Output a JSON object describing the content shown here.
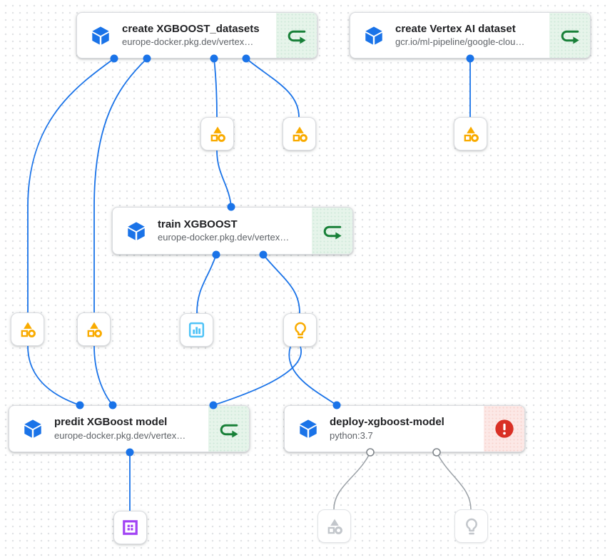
{
  "app": {
    "view": "pipeline-dag-canvas"
  },
  "exec_nodes": [
    {
      "id": "create-xgboost-datasets",
      "title": "create XGBOOST_datasets",
      "subtitle": "europe-docker.pkg.dev/vertex…",
      "status": "cached"
    },
    {
      "id": "create-vertex-ai-dataset",
      "title": "create Vertex AI dataset",
      "subtitle": "gcr.io/ml-pipeline/google-clou…",
      "status": "cached"
    },
    {
      "id": "train-xgboost",
      "title": "train XGBOOST",
      "subtitle": "europe-docker.pkg.dev/vertex…",
      "status": "cached"
    },
    {
      "id": "predit-xgboost-model",
      "title": "predit XGBoost model",
      "subtitle": "europe-docker.pkg.dev/vertex…",
      "status": "cached"
    },
    {
      "id": "deploy-xgboost-model",
      "title": "deploy-xgboost-model",
      "subtitle": "python:3.7",
      "status": "failed"
    }
  ],
  "artifact_nodes": [
    {
      "id": "dataset-out-a",
      "kind": "dataset",
      "icon": "dataset-shapes-icon",
      "state": "done"
    },
    {
      "id": "dataset-out-b",
      "kind": "dataset",
      "icon": "dataset-shapes-icon",
      "state": "done"
    },
    {
      "id": "vertex-dataset-out",
      "kind": "dataset",
      "icon": "dataset-shapes-icon",
      "state": "done"
    },
    {
      "id": "dataset-left-1",
      "kind": "dataset",
      "icon": "dataset-shapes-icon",
      "state": "done"
    },
    {
      "id": "dataset-left-2",
      "kind": "dataset",
      "icon": "dataset-shapes-icon",
      "state": "done"
    },
    {
      "id": "metrics-out",
      "kind": "metrics",
      "icon": "bar-chart-icon",
      "state": "done"
    },
    {
      "id": "model-out",
      "kind": "model",
      "icon": "lightbulb-icon",
      "state": "done"
    },
    {
      "id": "html-out",
      "kind": "html",
      "icon": "grid-square-icon",
      "state": "done"
    },
    {
      "id": "pending-dataset-out",
      "kind": "dataset",
      "icon": "dataset-shapes-icon",
      "state": "pending"
    },
    {
      "id": "pending-model-out",
      "kind": "model",
      "icon": "lightbulb-icon",
      "state": "pending"
    }
  ],
  "edges": [
    {
      "from": "create-xgboost-datasets",
      "to": "dataset-left-1",
      "state": "done"
    },
    {
      "from": "create-xgboost-datasets",
      "to": "dataset-left-2",
      "state": "done"
    },
    {
      "from": "create-xgboost-datasets",
      "to": "dataset-out-a",
      "state": "done"
    },
    {
      "from": "create-xgboost-datasets",
      "to": "dataset-out-b",
      "state": "done"
    },
    {
      "from": "create-vertex-ai-dataset",
      "to": "vertex-dataset-out",
      "state": "done"
    },
    {
      "from": "dataset-out-a",
      "to": "train-xgboost",
      "state": "done"
    },
    {
      "from": "dataset-left-1",
      "to": "predit-xgboost-model",
      "state": "done"
    },
    {
      "from": "dataset-left-2",
      "to": "predit-xgboost-model",
      "state": "done"
    },
    {
      "from": "train-xgboost",
      "to": "metrics-out",
      "state": "done"
    },
    {
      "from": "train-xgboost",
      "to": "model-out",
      "state": "done"
    },
    {
      "from": "model-out",
      "to": "predit-xgboost-model",
      "state": "done"
    },
    {
      "from": "model-out",
      "to": "deploy-xgboost-model",
      "state": "done"
    },
    {
      "from": "predit-xgboost-model",
      "to": "html-out",
      "state": "done"
    },
    {
      "from": "deploy-xgboost-model",
      "to": "pending-dataset-out",
      "state": "pending"
    },
    {
      "from": "deploy-xgboost-model",
      "to": "pending-model-out",
      "state": "pending"
    }
  ],
  "icons": {
    "component": "container-cube-icon",
    "cached": "rerun-arrow-icon",
    "failed": "error-exclamation-icon",
    "dataset": "dataset-shapes-icon",
    "metrics": "bar-chart-icon",
    "model": "lightbulb-icon",
    "html": "grid-square-icon"
  },
  "colors": {
    "edge_blue": "#1a73e8",
    "edge_gray": "#9aa0a6",
    "component_blue": "#1a73e8",
    "success_green": "#188038",
    "success_bg": "#e6f4ea",
    "error_red": "#d93025",
    "error_bg": "#fce8e6",
    "artifact_yellow": "#f9ab00",
    "metrics_cyan": "#4fc3f7",
    "html_purple": "#a142f4",
    "pending_gray": "#c2c6cb",
    "title_text": "#202124",
    "subtitle_text": "#5f6368",
    "card_border": "#dadce0"
  }
}
